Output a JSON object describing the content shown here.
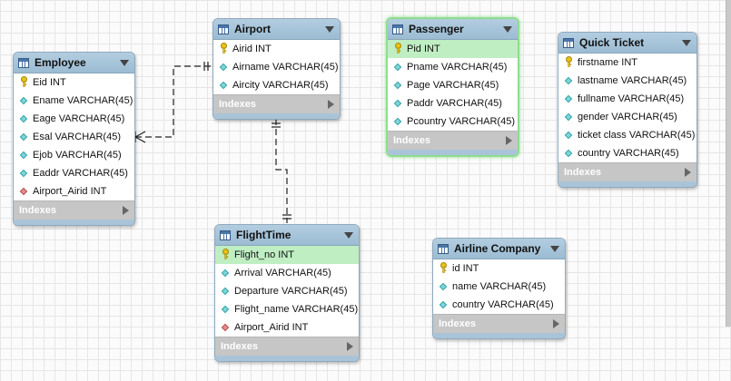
{
  "diagram": {
    "indexes_label": "Indexes",
    "tables": [
      {
        "id": "employee",
        "name": "Employee",
        "columns": [
          {
            "text": "Eid INT",
            "kind": "pk",
            "highlight": false
          },
          {
            "text": "Ename VARCHAR(45)",
            "kind": "col",
            "highlight": false
          },
          {
            "text": "Eage VARCHAR(45)",
            "kind": "col",
            "highlight": false
          },
          {
            "text": "Esal VARCHAR(45)",
            "kind": "col",
            "highlight": false
          },
          {
            "text": "Ejob VARCHAR(45)",
            "kind": "col",
            "highlight": false
          },
          {
            "text": "Eaddr VARCHAR(45)",
            "kind": "col",
            "highlight": false
          },
          {
            "text": "Airport_Airid INT",
            "kind": "fk",
            "highlight": false
          }
        ]
      },
      {
        "id": "airport",
        "name": "Airport",
        "columns": [
          {
            "text": "Airid INT",
            "kind": "pk",
            "highlight": false
          },
          {
            "text": "Airname VARCHAR(45)",
            "kind": "col",
            "highlight": false
          },
          {
            "text": "Aircity VARCHAR(45)",
            "kind": "col",
            "highlight": false
          }
        ]
      },
      {
        "id": "passenger",
        "name": "Passenger",
        "selected": true,
        "columns": [
          {
            "text": "Pid INT",
            "kind": "pk",
            "highlight": true
          },
          {
            "text": "Pname VARCHAR(45)",
            "kind": "col",
            "highlight": false
          },
          {
            "text": "Page VARCHAR(45)",
            "kind": "col",
            "highlight": false
          },
          {
            "text": "Paddr VARCHAR(45)",
            "kind": "col",
            "highlight": false
          },
          {
            "text": "Pcountry VARCHAR(45)",
            "kind": "col",
            "highlight": false
          }
        ]
      },
      {
        "id": "quick-ticket",
        "name": "Quick Ticket",
        "columns": [
          {
            "text": "firstname INT",
            "kind": "pk",
            "highlight": false
          },
          {
            "text": "lastname VARCHAR(45)",
            "kind": "col",
            "highlight": false
          },
          {
            "text": "fullname VARCHAR(45)",
            "kind": "col",
            "highlight": false
          },
          {
            "text": "gender VARCHAR(45)",
            "kind": "col",
            "highlight": false
          },
          {
            "text": "ticket class VARCHAR(45)",
            "kind": "col",
            "highlight": false
          },
          {
            "text": "country VARCHAR(45)",
            "kind": "col",
            "highlight": false
          }
        ]
      },
      {
        "id": "flighttime",
        "name": "FlightTime",
        "columns": [
          {
            "text": "Flight_no INT",
            "kind": "pk",
            "highlight": true
          },
          {
            "text": "Arrival VARCHAR(45)",
            "kind": "col",
            "highlight": false
          },
          {
            "text": "Departure VARCHAR(45)",
            "kind": "col",
            "highlight": false
          },
          {
            "text": "Flight_name VARCHAR(45)",
            "kind": "col",
            "highlight": false
          },
          {
            "text": "Airport_Airid INT",
            "kind": "fk",
            "highlight": false
          }
        ]
      },
      {
        "id": "airline-company",
        "name": "Airline Company",
        "columns": [
          {
            "text": "id INT",
            "kind": "pk",
            "highlight": false
          },
          {
            "text": "name VARCHAR(45)",
            "kind": "col",
            "highlight": false
          },
          {
            "text": "country VARCHAR(45)",
            "kind": "col",
            "highlight": false
          }
        ]
      }
    ]
  }
}
